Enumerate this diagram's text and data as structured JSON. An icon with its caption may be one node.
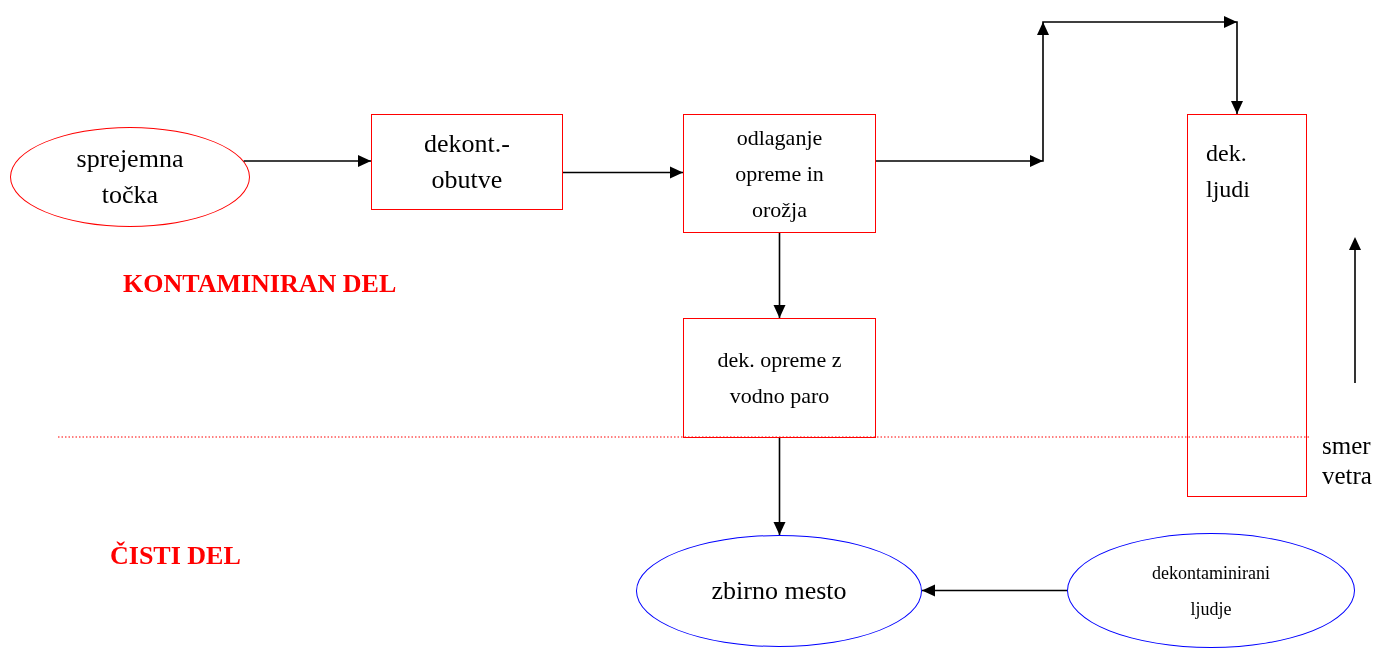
{
  "diagram": {
    "nodes": [
      {
        "text": [
          "sprejemna točka"
        ]
      },
      {
        "text": [
          "dekont.- obutve"
        ]
      },
      {
        "text": [
          "odlaganje opreme in orožja"
        ]
      },
      {
        "text": [
          "dek. ljudi"
        ]
      },
      {
        "text": [
          "dek. opreme z vodno paro"
        ]
      },
      {
        "text": [
          "zbirno mesto"
        ]
      },
      {
        "text": [
          "dekontaminirani ljudje"
        ]
      }
    ],
    "edges": [
      {
        "from": 0,
        "to": 1,
        "arrow": "to"
      },
      {
        "from": 1,
        "to": 2,
        "arrow": "to"
      },
      {
        "from": 2,
        "to": 3,
        "arrow": "to"
      },
      {
        "from": 2,
        "to": 4,
        "arrow": "to"
      },
      {
        "from": 4,
        "to": 5,
        "arrow": "to"
      },
      {
        "from": 6,
        "to": 5,
        "arrow": "to"
      }
    ],
    "labels": [
      "KONTAMINIRAN DEL",
      "ČISTI DEL",
      "smer vetra"
    ]
  }
}
